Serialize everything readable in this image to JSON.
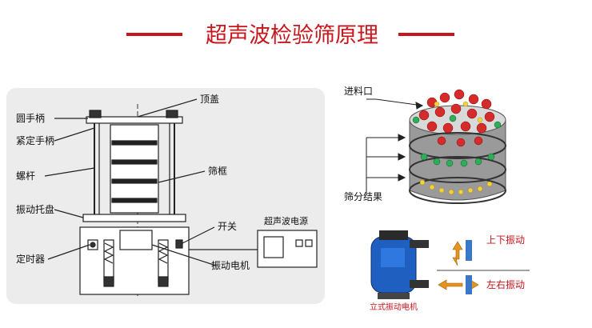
{
  "title": "超声波检验筛原理",
  "left_diagram": {
    "labels": {
      "round_handle": "圆手柄",
      "tighten_handle": "紧定手柄",
      "screw_rod": "螺杆",
      "vibration_tray": "振动托盘",
      "timer": "定时器",
      "top_cover": "顶盖",
      "sieve_frame": "筛框",
      "switch": "开关",
      "vibration_motor": "振动电机",
      "ultrasonic_power": "超声波电源"
    }
  },
  "right_diagram": {
    "feed_inlet": "进料口",
    "sieve_result": "筛分结果",
    "vertical_motor": "立式振动电机",
    "up_down": "上下振动",
    "left_right": "左右振动"
  },
  "colors": {
    "accent": "#c8161d",
    "panel": "#ececec",
    "motor_blue": "#1f5fbf"
  }
}
